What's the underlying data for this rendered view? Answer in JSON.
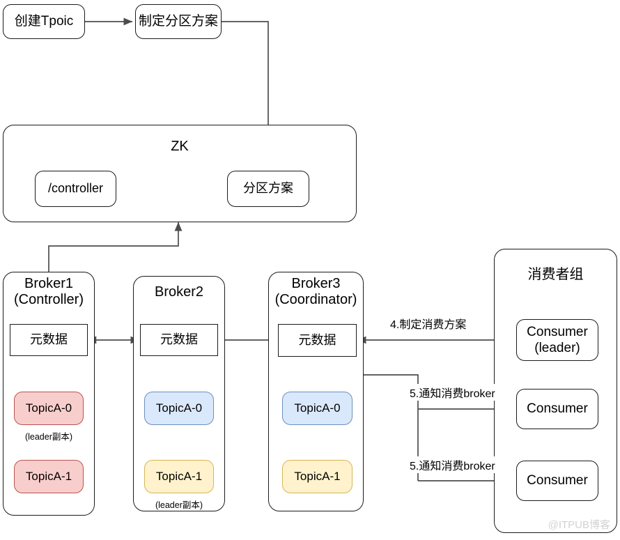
{
  "diagram": {
    "title_watermark": "@ITPUB博客",
    "flow_top": [
      {
        "id": "create-topic",
        "label": "创建Tpoic"
      },
      {
        "id": "make-partition-plan",
        "label": "制定分区方案"
      }
    ],
    "zk": {
      "title": "ZK",
      "children": [
        {
          "id": "controller-node",
          "label": "/controller"
        },
        {
          "id": "partition-plan-node",
          "label": "分区方案"
        }
      ]
    },
    "brokers": [
      {
        "id": "broker1",
        "title": "Broker1\n(Controller)",
        "metadata_label": "元数据",
        "topics": [
          {
            "label": "TopicA-0",
            "color": "pink",
            "note": "(leader副本)"
          },
          {
            "label": "TopicA-1",
            "color": "pink",
            "note": ""
          }
        ]
      },
      {
        "id": "broker2",
        "title": "Broker2",
        "metadata_label": "元数据",
        "topics": [
          {
            "label": "TopicA-0",
            "color": "blue",
            "note": ""
          },
          {
            "label": "TopicA-1",
            "color": "yellow",
            "note": "(leader副本)"
          }
        ]
      },
      {
        "id": "broker3",
        "title": "Broker3\n(Coordinator)",
        "metadata_label": "元数据",
        "topics": [
          {
            "label": "TopicA-0",
            "color": "blue",
            "note": ""
          },
          {
            "label": "TopicA-1",
            "color": "yellow",
            "note": ""
          }
        ]
      }
    ],
    "consumer_group": {
      "title": "消费者组",
      "consumers": [
        {
          "id": "consumer-leader",
          "label": "Consumer\n(leader)"
        },
        {
          "id": "consumer-2",
          "label": "Consumer"
        },
        {
          "id": "consumer-3",
          "label": "Consumer"
        }
      ]
    },
    "edge_labels": [
      {
        "id": "edge-4",
        "text": "4.制定消费方案"
      },
      {
        "id": "edge-5a",
        "text": "5.通知消费broker"
      },
      {
        "id": "edge-5b",
        "text": "5.通知消费broker"
      }
    ],
    "colors": {
      "pink_fill": "#f8cecc",
      "pink_stroke": "#b85450",
      "blue_fill": "#dae8fc",
      "blue_stroke": "#6c8ebf",
      "yellow_fill": "#fff2cc",
      "yellow_stroke": "#d6b656",
      "line": "#4d4d4d",
      "border": "#1a1a1a"
    }
  }
}
